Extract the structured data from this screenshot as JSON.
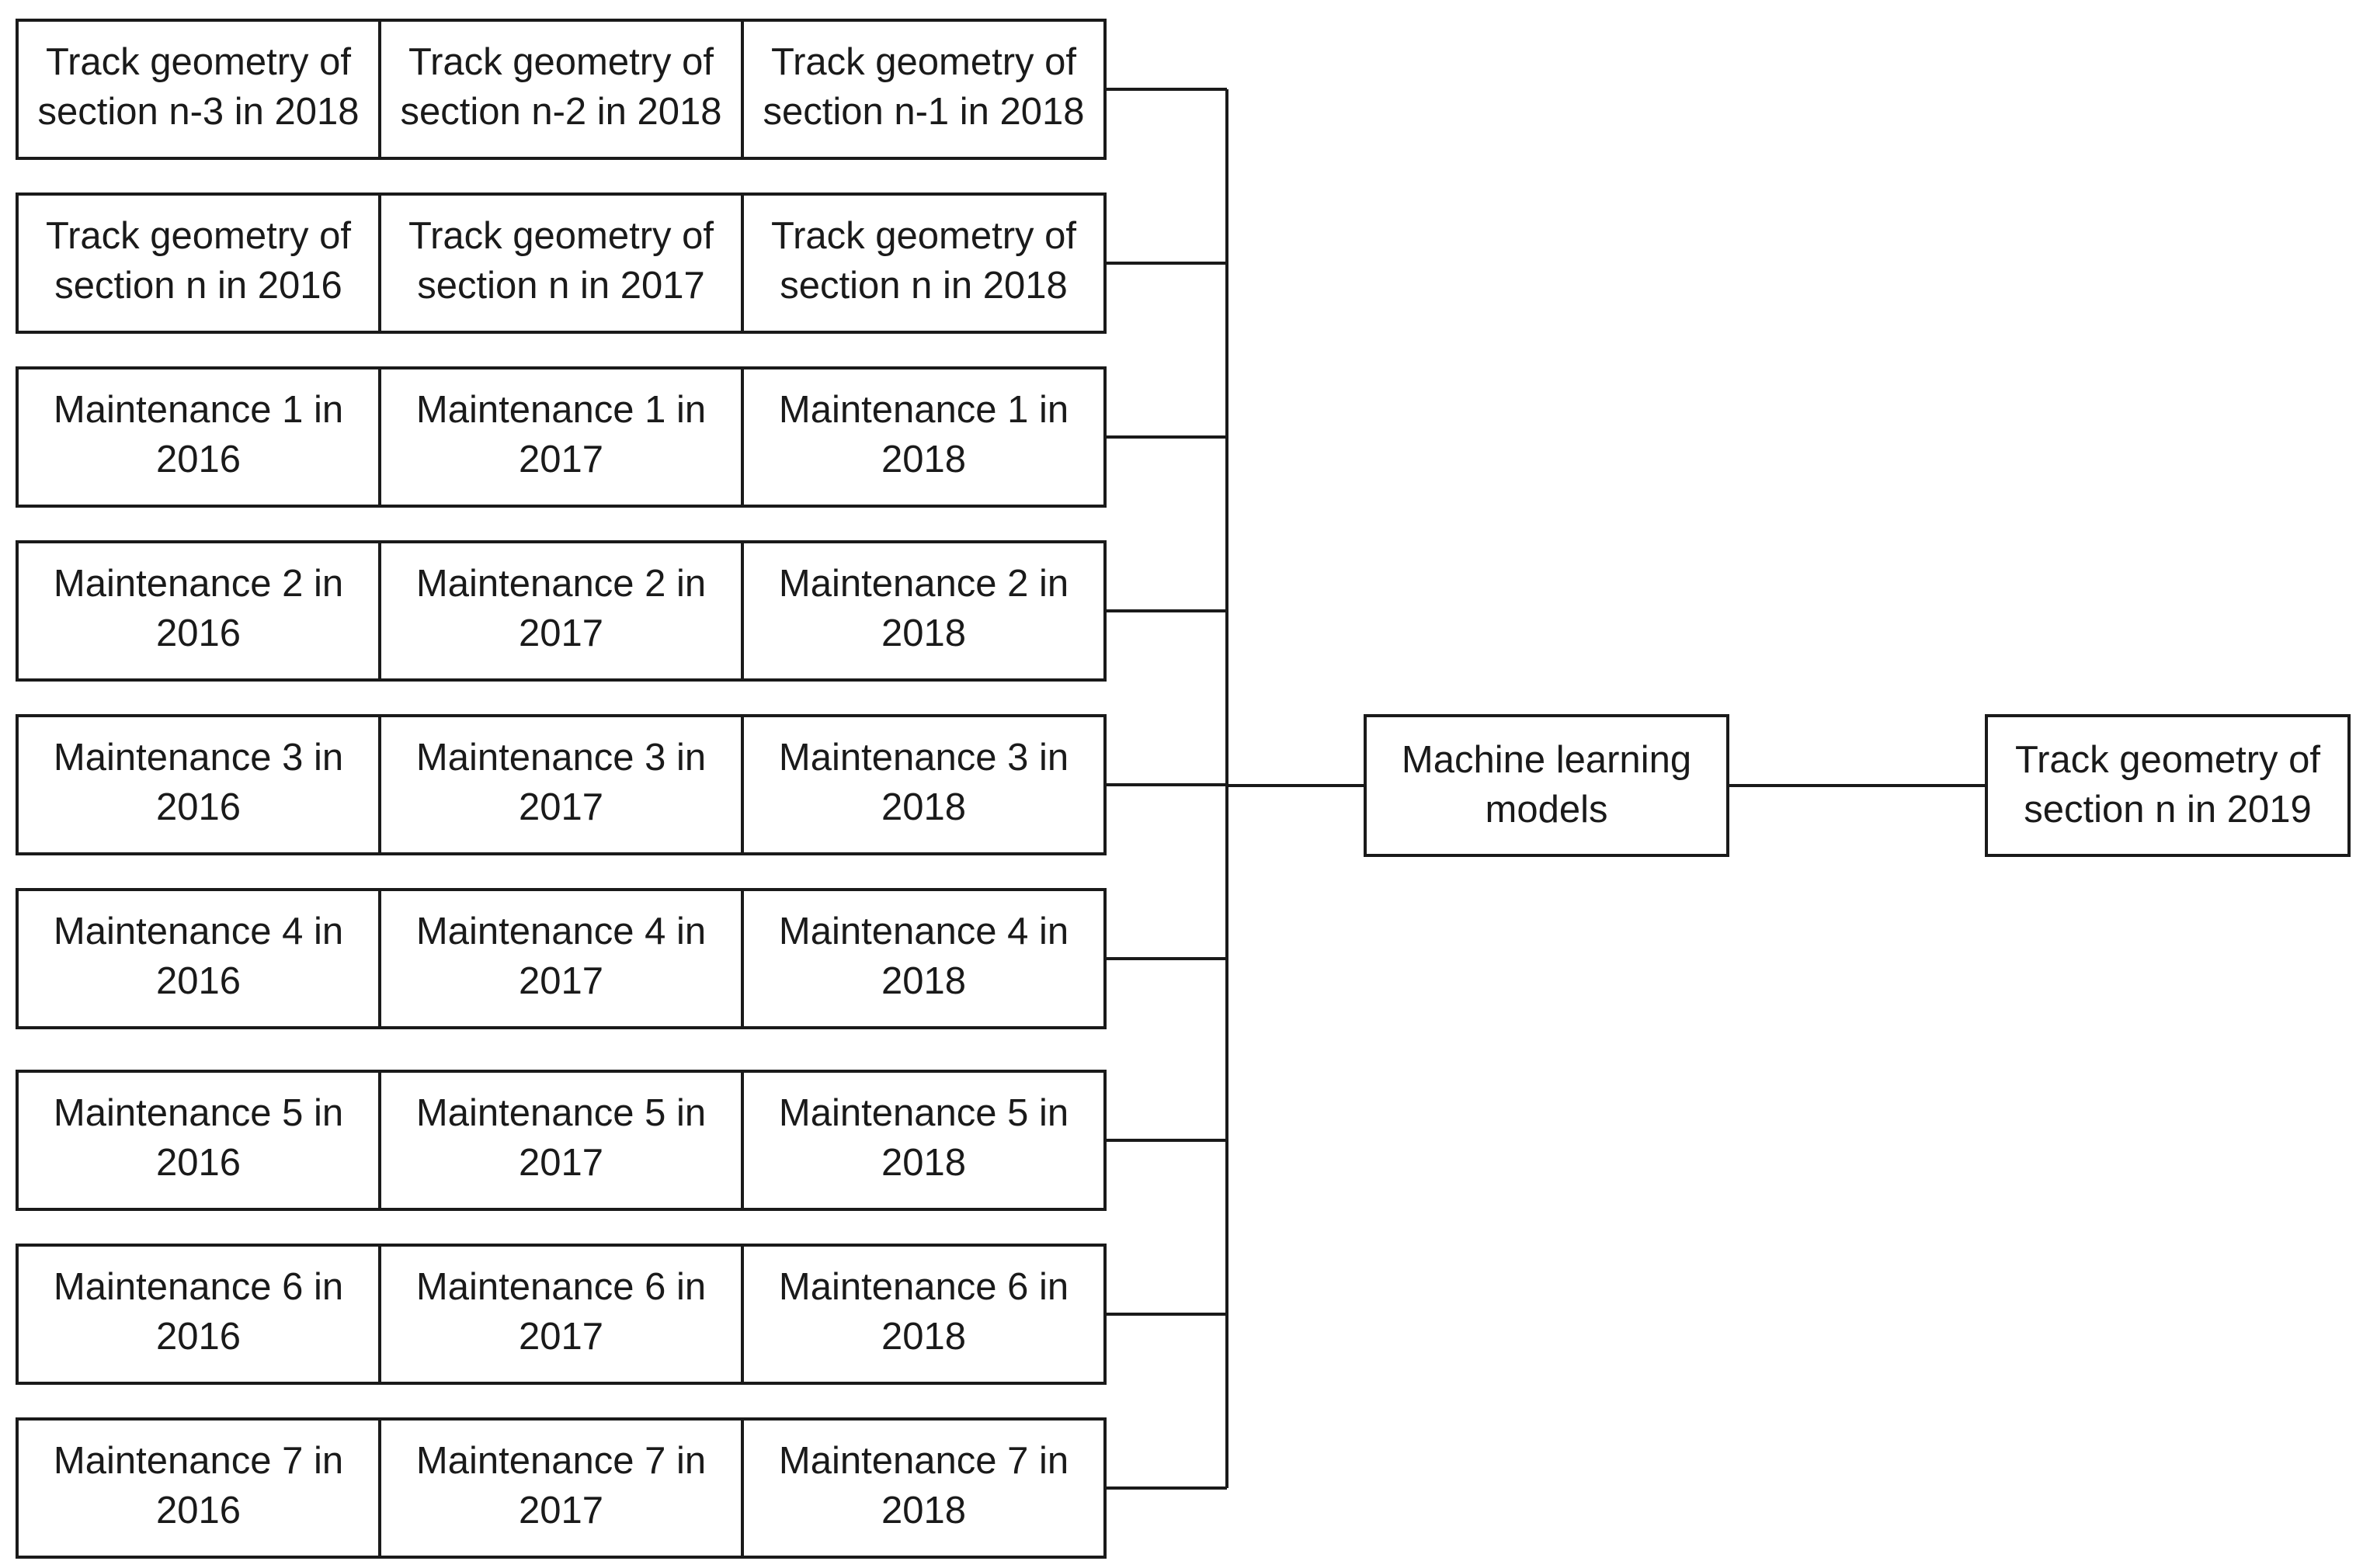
{
  "input_grid": {
    "rows": [
      {
        "cells": [
          [
            "Track geometry of",
            "section n-3 in 2018"
          ],
          [
            "Track geometry of",
            "section n-2 in 2018"
          ],
          [
            "Track geometry of",
            "section n-1 in 2018"
          ]
        ]
      },
      {
        "cells": [
          [
            "Track geometry of",
            "section n in 2016"
          ],
          [
            "Track geometry of",
            "section n in 2017"
          ],
          [
            "Track geometry of",
            "section n in 2018"
          ]
        ]
      },
      {
        "cells": [
          [
            "Maintenance 1 in",
            "2016"
          ],
          [
            "Maintenance 1 in",
            "2017"
          ],
          [
            "Maintenance 1 in",
            "2018"
          ]
        ]
      },
      {
        "cells": [
          [
            "Maintenance 2 in",
            "2016"
          ],
          [
            "Maintenance 2 in",
            "2017"
          ],
          [
            "Maintenance 2 in",
            "2018"
          ]
        ]
      },
      {
        "cells": [
          [
            "Maintenance 3 in",
            "2016"
          ],
          [
            "Maintenance 3 in",
            "2017"
          ],
          [
            "Maintenance 3 in",
            "2018"
          ]
        ]
      },
      {
        "cells": [
          [
            "Maintenance 4 in",
            "2016"
          ],
          [
            "Maintenance 4 in",
            "2017"
          ],
          [
            "Maintenance 4 in",
            "2018"
          ]
        ]
      },
      {
        "cells": [
          [
            "Maintenance 5 in",
            "2016"
          ],
          [
            "Maintenance 5 in",
            "2017"
          ],
          [
            "Maintenance 5 in",
            "2018"
          ]
        ]
      },
      {
        "cells": [
          [
            "Maintenance 6 in",
            "2016"
          ],
          [
            "Maintenance 6 in",
            "2017"
          ],
          [
            "Maintenance 6 in",
            "2018"
          ]
        ]
      },
      {
        "cells": [
          [
            "Maintenance 7 in",
            "2016"
          ],
          [
            "Maintenance 7 in",
            "2017"
          ],
          [
            "Maintenance 7 in",
            "2018"
          ]
        ]
      }
    ]
  },
  "model_box": {
    "lines": [
      "Machine learning",
      "models"
    ]
  },
  "output_box": {
    "lines": [
      "Track geometry of",
      "section n in 2019"
    ]
  },
  "colors": {
    "stroke": "#1a1a1a",
    "background": "#ffffff"
  }
}
